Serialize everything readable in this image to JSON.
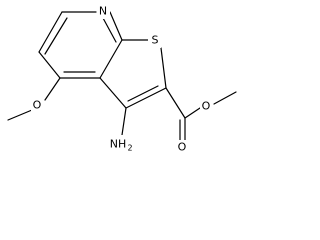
{
  "structure": {
    "atoms": {
      "pyridine_n": "N",
      "thiophene_s": "S",
      "methoxy_o": "O",
      "ester_o_single": "O",
      "ester_o_double": "O",
      "amino_n": "NH",
      "amino_h_count": "2"
    }
  }
}
